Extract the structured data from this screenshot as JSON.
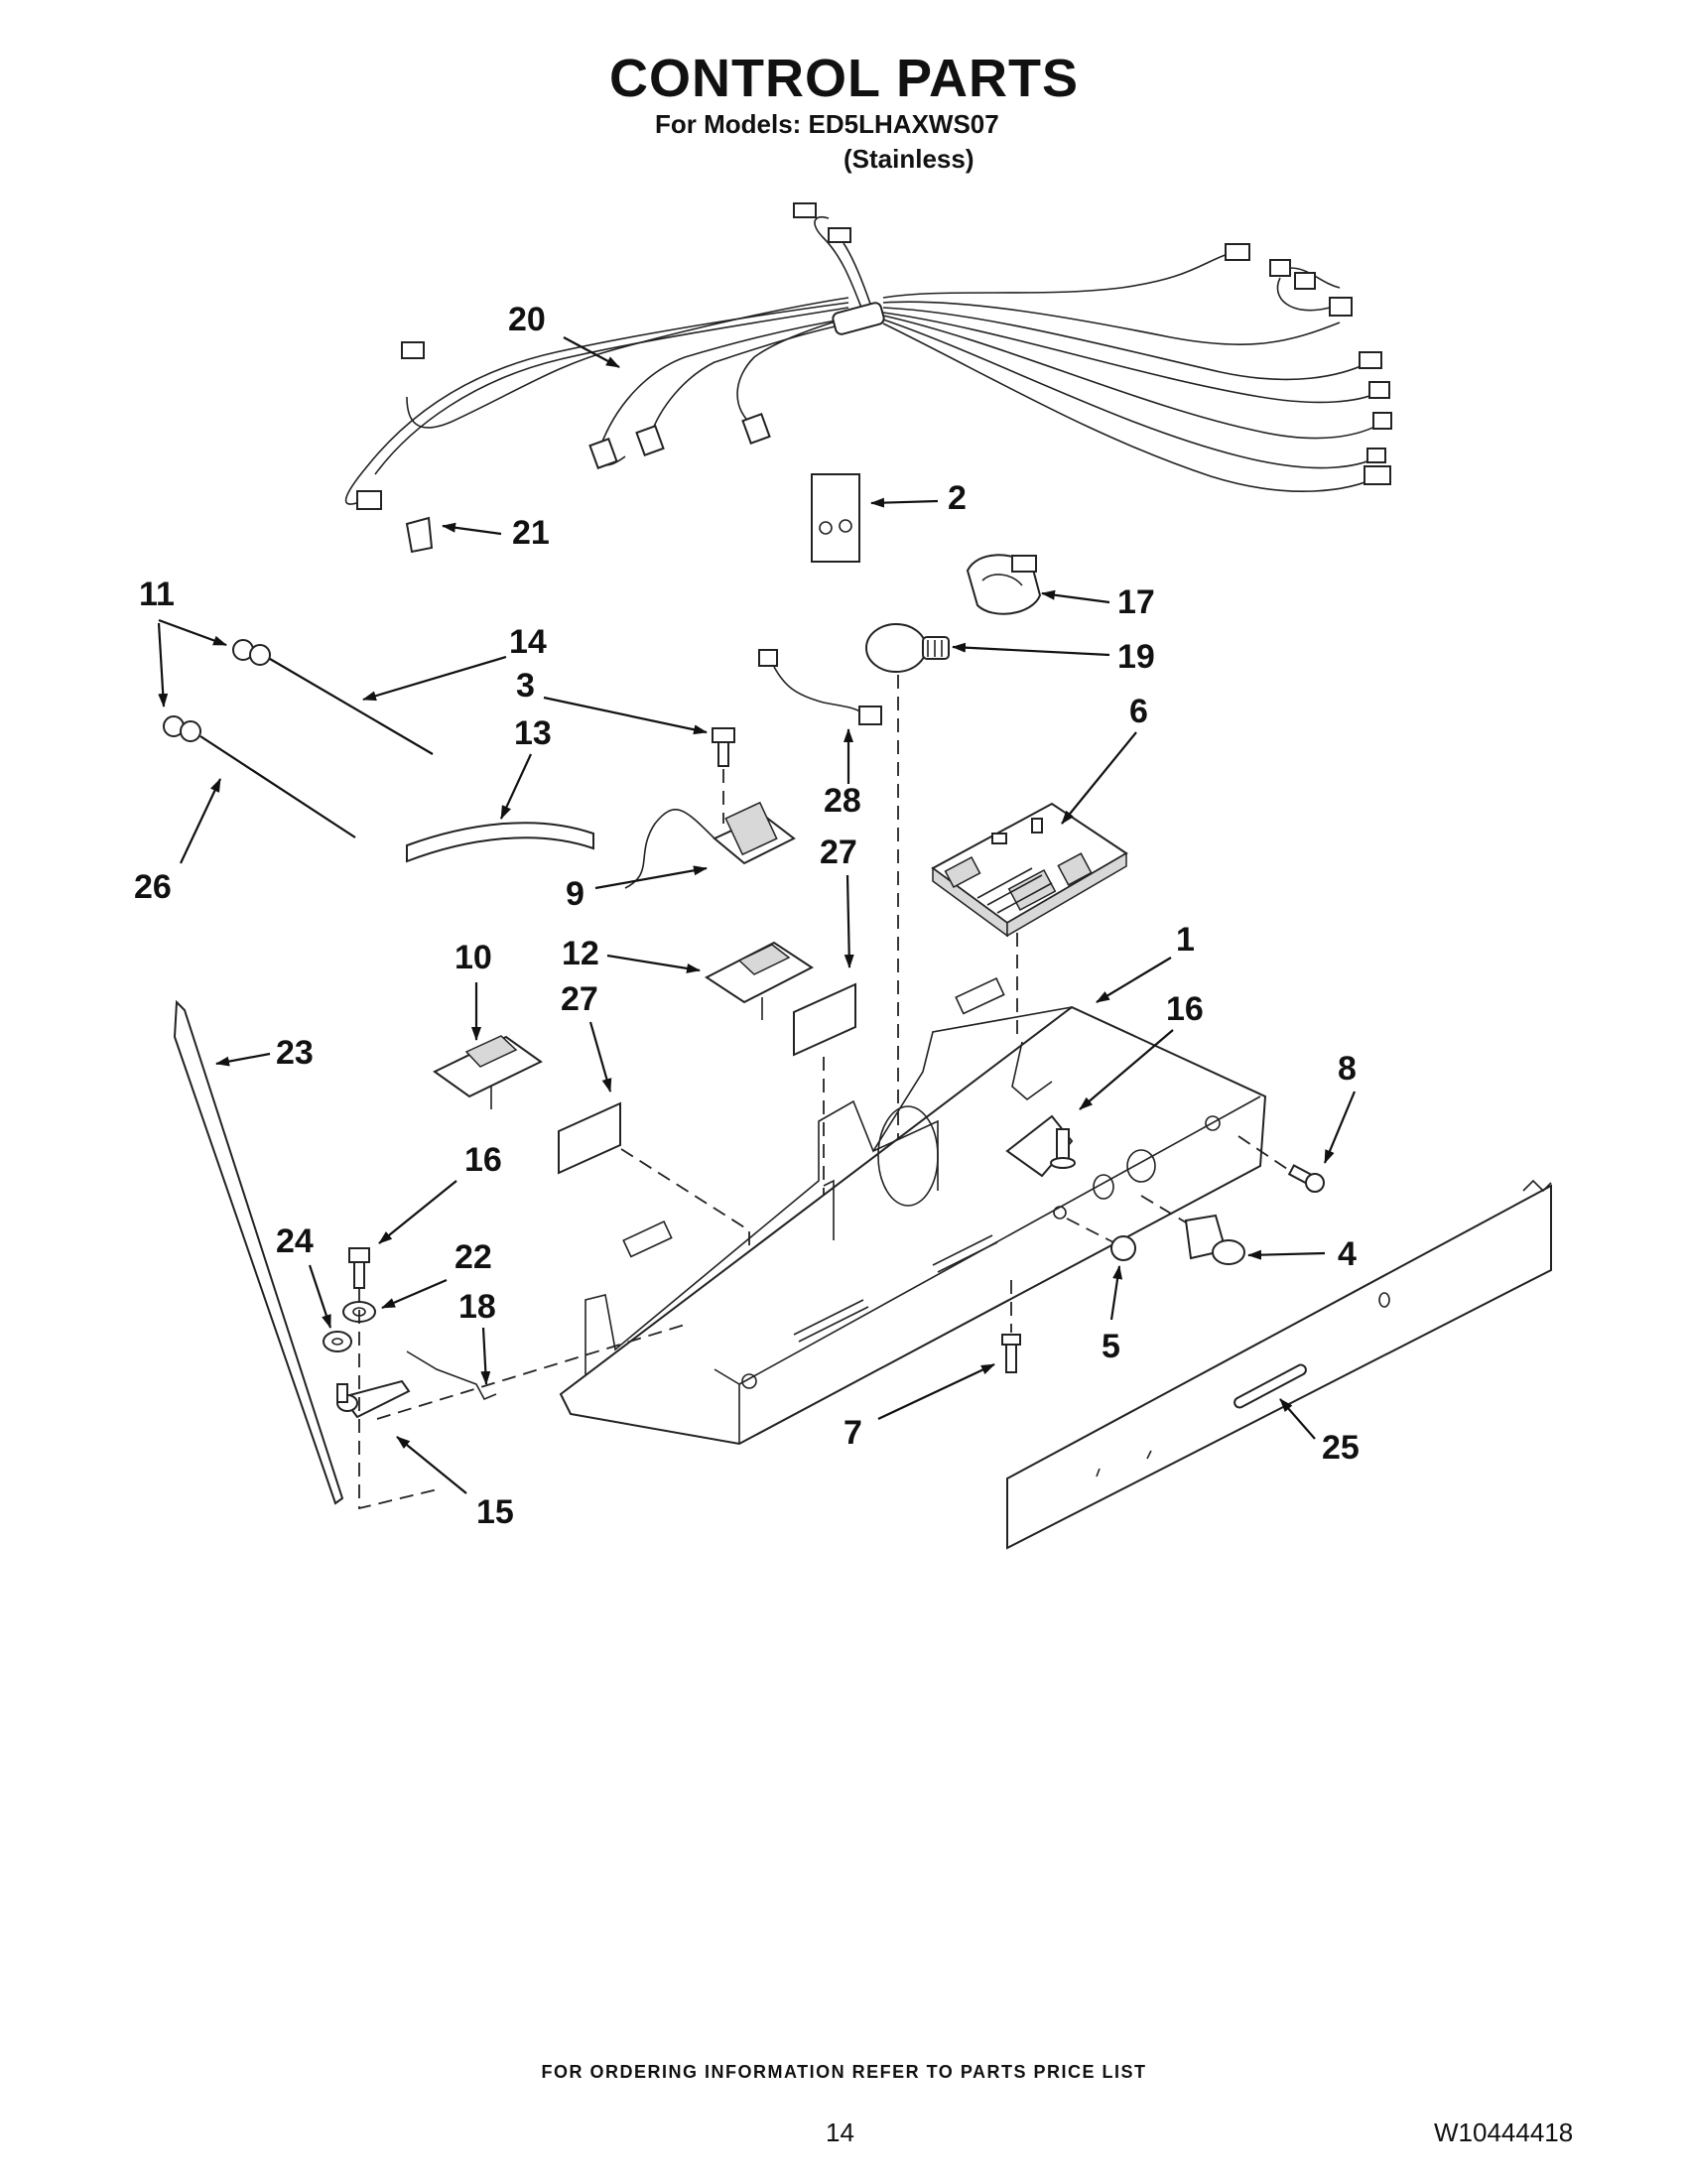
{
  "header": {
    "title": "CONTROL PARTS",
    "models_line": "For Models: ED5LHAXWS07",
    "finish_line": "(Stainless)"
  },
  "diagram": {
    "callouts": [
      {
        "id": "c20",
        "label": "20"
      },
      {
        "id": "c2",
        "label": "2"
      },
      {
        "id": "c21",
        "label": "21"
      },
      {
        "id": "c11",
        "label": "11"
      },
      {
        "id": "c14",
        "label": "14"
      },
      {
        "id": "c3",
        "label": "3"
      },
      {
        "id": "c17",
        "label": "17"
      },
      {
        "id": "c19",
        "label": "19"
      },
      {
        "id": "c13",
        "label": "13"
      },
      {
        "id": "c6",
        "label": "6"
      },
      {
        "id": "c28",
        "label": "28"
      },
      {
        "id": "c27a",
        "label": "27"
      },
      {
        "id": "c26",
        "label": "26"
      },
      {
        "id": "c9",
        "label": "9"
      },
      {
        "id": "c10",
        "label": "10"
      },
      {
        "id": "c12",
        "label": "12"
      },
      {
        "id": "c1",
        "label": "1"
      },
      {
        "id": "c27b",
        "label": "27"
      },
      {
        "id": "c23",
        "label": "23"
      },
      {
        "id": "c16a",
        "label": "16"
      },
      {
        "id": "c8",
        "label": "8"
      },
      {
        "id": "c16b",
        "label": "16"
      },
      {
        "id": "c24",
        "label": "24"
      },
      {
        "id": "c22",
        "label": "22"
      },
      {
        "id": "c4",
        "label": "4"
      },
      {
        "id": "c18",
        "label": "18"
      },
      {
        "id": "c5",
        "label": "5"
      },
      {
        "id": "c7",
        "label": "7"
      },
      {
        "id": "c25",
        "label": "25"
      },
      {
        "id": "c15",
        "label": "15"
      }
    ]
  },
  "footer": {
    "ordering_note": "FOR ORDERING INFORMATION REFER TO PARTS PRICE LIST",
    "page_number": "14",
    "document_number": "W10444418"
  }
}
